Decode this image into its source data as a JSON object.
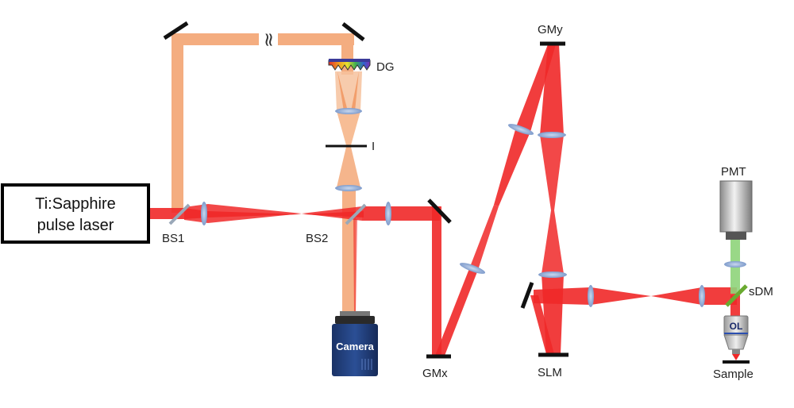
{
  "laser": {
    "line1": "Ti:Sapphire",
    "line2": "pulse laser"
  },
  "labels": {
    "bs1": "BS1",
    "bs2": "BS2",
    "dg": "DG",
    "iris": "I",
    "camera": "Camera",
    "gmx": "GMx",
    "gmy": "GMy",
    "slm": "SLM",
    "pmt": "PMT",
    "sdm": "sDM",
    "ol": "OL",
    "sample": "Sample"
  },
  "break_symbol": "≈",
  "colors": {
    "red_beam": "#f02828",
    "ref_beam": "#f4ad80",
    "green_beam": "#8ed47a",
    "lens": "#9ab4d8",
    "mirror": "#111111",
    "camera_body": "#1f3d7a"
  }
}
